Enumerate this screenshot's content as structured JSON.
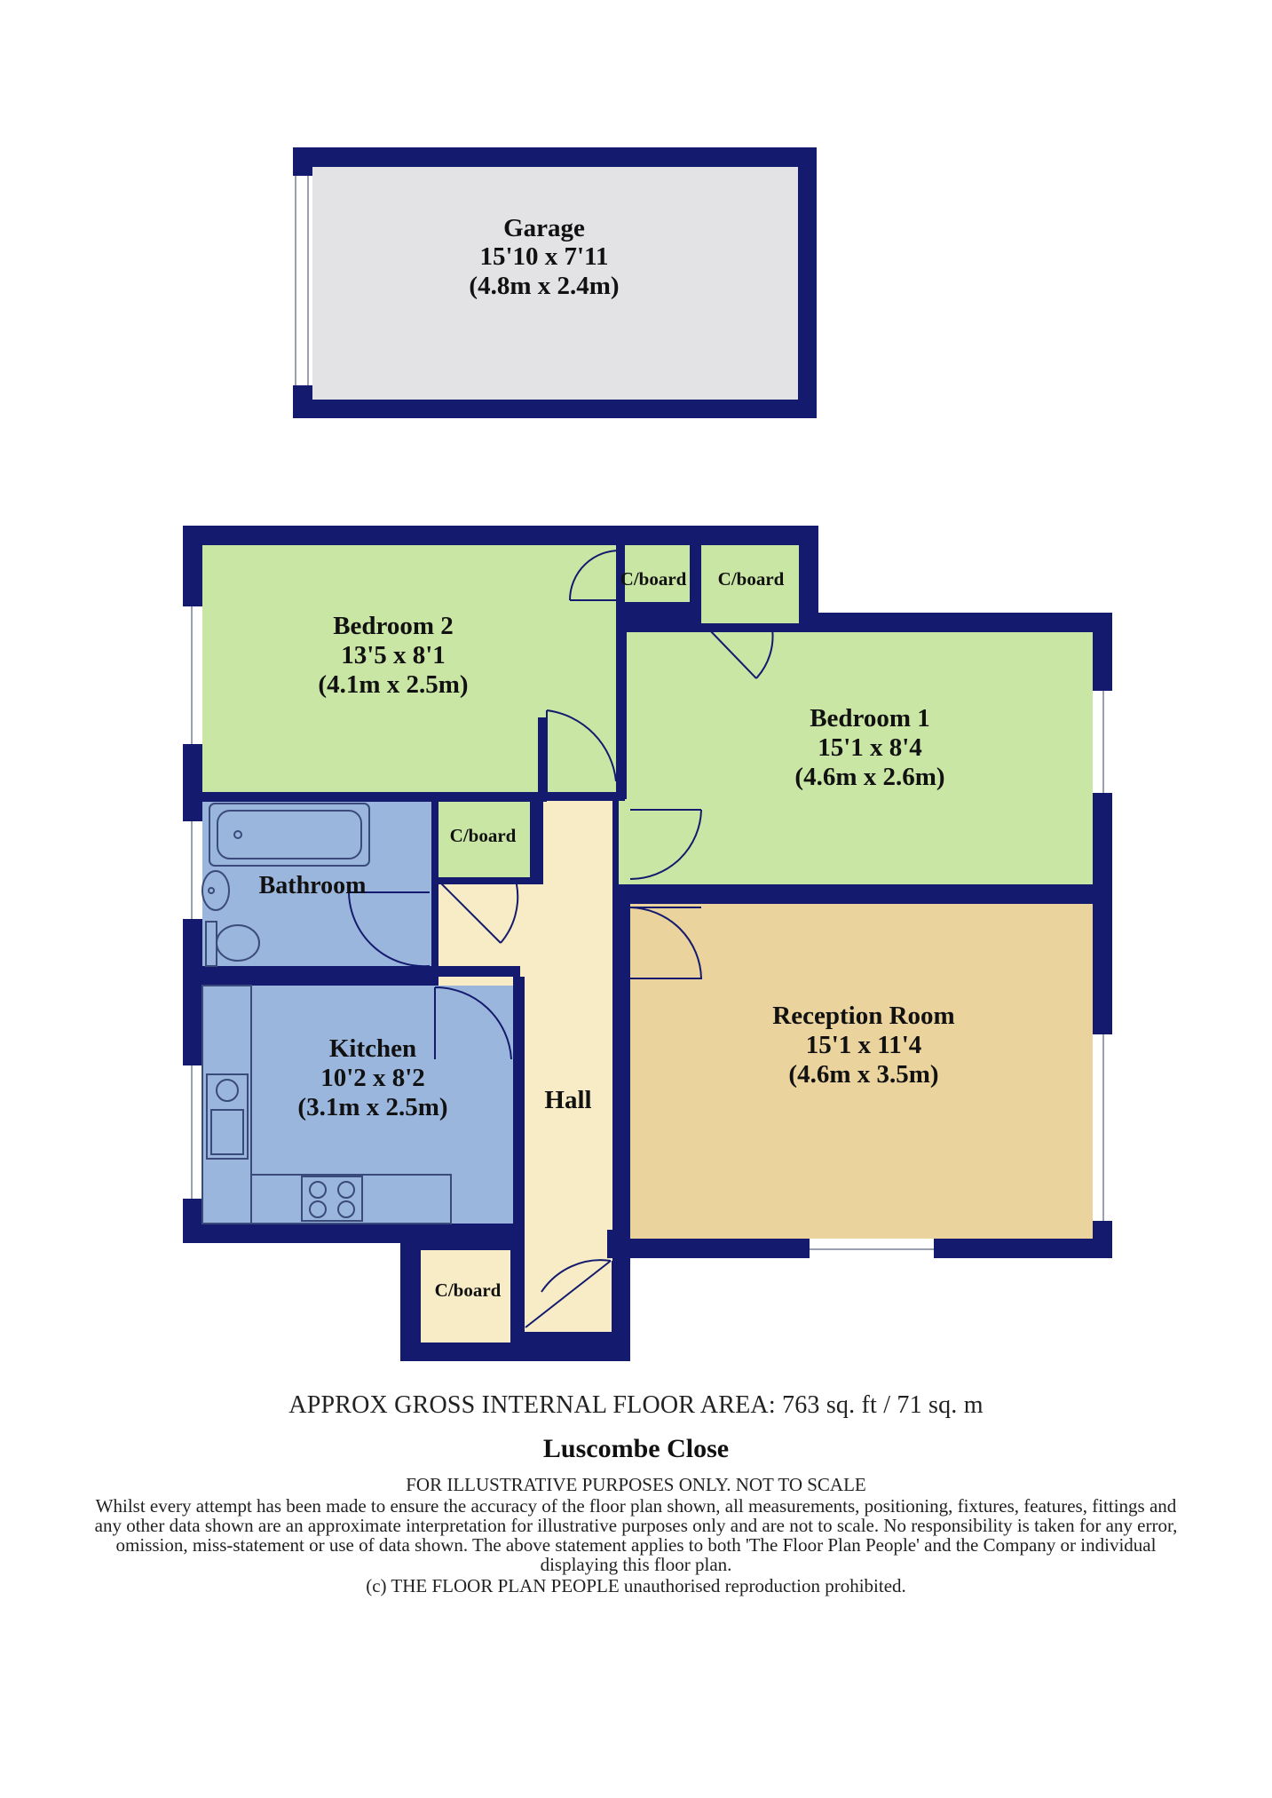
{
  "colors": {
    "wall": "#141a6e",
    "garage_fill": "#e3e3e5",
    "bedroom_fill": "#cae6a4",
    "wet_fill": "#9bb6dc",
    "hall_fill": "#f7ecc6",
    "reception_fill": "#ead39c"
  },
  "rooms": {
    "garage": {
      "name": "Garage",
      "imperial": "15'10 x 7'11",
      "metric": "(4.8m x 2.4m)"
    },
    "bedroom2": {
      "name": "Bedroom 2",
      "imperial": "13'5 x 8'1",
      "metric": "(4.1m x 2.5m)"
    },
    "bedroom1": {
      "name": "Bedroom 1",
      "imperial": "15'1 x 8'4",
      "metric": "(4.6m x 2.6m)"
    },
    "bathroom": {
      "name": "Bathroom"
    },
    "kitchen": {
      "name": "Kitchen",
      "imperial": "10'2 x 8'2",
      "metric": "(3.1m x 2.5m)"
    },
    "hall": {
      "name": "Hall"
    },
    "reception": {
      "name": "Reception Room",
      "imperial": "15'1 x 11'4",
      "metric": "(4.6m x 3.5m)"
    },
    "cupboard_label": "C/board"
  },
  "footer": {
    "area": "APPROX GROSS INTERNAL FLOOR AREA:   763 sq. ft / 71 sq. m",
    "address": "Luscombe Close",
    "scale_note": "FOR ILLUSTRATIVE PURPOSES ONLY.  NOT TO SCALE",
    "disclaimer": "Whilst every attempt has been made to ensure the accuracy of the floor plan shown, all measurements, positioning, fixtures, features, fittings and any other data shown are an approximate interpretation for illustrative purposes only and are not to scale.  No responsibility is taken for any error, omission, miss-statement or use of data shown. The above statement applies to both 'The Floor Plan People' and the Company or individual displaying this floor plan.",
    "copyright": "(c) THE FLOOR PLAN PEOPLE unauthorised reproduction prohibited."
  }
}
